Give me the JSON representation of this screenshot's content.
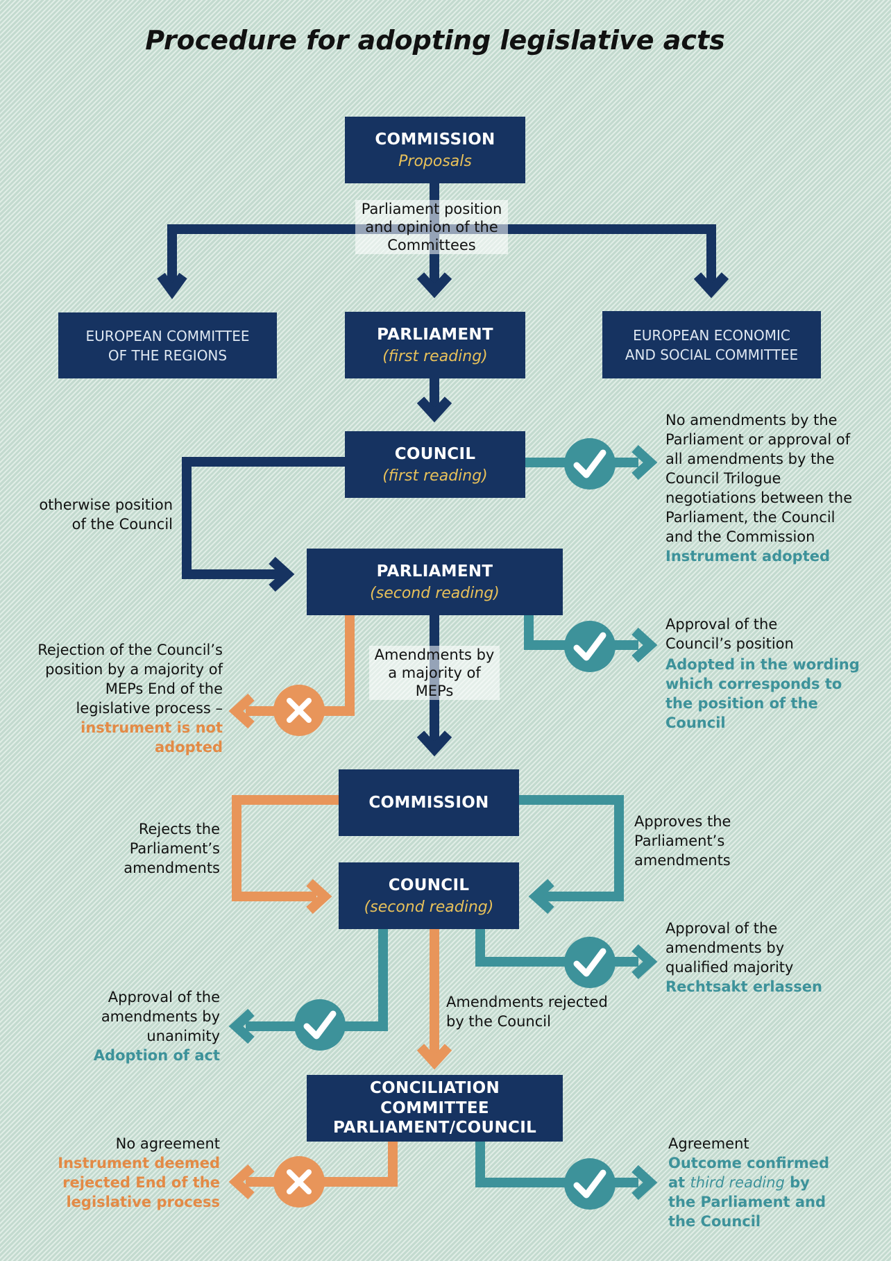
{
  "title": "Procedure for adopting legislative acts",
  "colors": {
    "box": "#163361",
    "teal": "#3d929a",
    "orange": "#e8955a",
    "subtitle": "#e8c15a"
  },
  "icons": {
    "approve": "check-icon",
    "reject": "cross-icon"
  },
  "boxes": {
    "commission_top": {
      "title": "COMMISSION",
      "subtitle": "Proposals"
    },
    "cor": {
      "name": "EUROPEAN COMMITTEE OF THE REGIONS"
    },
    "parliament_first": {
      "title": "PARLIAMENT",
      "subtitle": "(first reading)"
    },
    "eesc": {
      "name": "EUROPEAN ECONOMIC AND SOCIAL COMMITTEE"
    },
    "council_first": {
      "title": "COUNCIL",
      "subtitle": "(first reading)"
    },
    "parliament_second": {
      "title": "PARLIAMENT",
      "subtitle": "(second reading)"
    },
    "commission_mid": {
      "title": "COMMISSION"
    },
    "council_second": {
      "title": "COUNCIL",
      "subtitle": "(second reading)"
    },
    "conciliation": {
      "title": "CONCILIATION COMMITTEE PARLIAMENT/COUNCIL"
    }
  },
  "labels": {
    "parliament_position": "Parliament position and opinion of the Committees",
    "otherwise_position": "otherwise position of the Council",
    "no_amendments": "No amendments by the Parliament or approval of all amendments by the Council Trilogue negotiations between the Parliament, the Council and the Commission",
    "instrument_adopted": "Instrument adopted",
    "approval_council_position": "Approval of the Council’s position",
    "adopted_wording": "Adopted in the wording which corresponds to the position of the Council",
    "rejection_council_position": "Rejection of the Council’s position by a majority of MEPs End of the legislative process –",
    "instrument_not_adopted": "instrument is not adopted",
    "amendments_majority": "Amendments by a majority of MEPs",
    "rejects_amendments": "Rejects the Parliament’s amendments",
    "approves_amendments": "Approves the Parliament’s amendments",
    "approval_qualified": "Approval of the amendments by qualified majority",
    "rechtsakt": "Rechtsakt erlassen",
    "approval_unanimity": "Approval of the amendments by unanimity",
    "adoption_of_act": "Adoption of act",
    "amendments_rejected": "Amendments rejected by the Council",
    "no_agreement": "No agreement",
    "deemed_rejected": "Instrument deemed rejected End of the legislative process",
    "agreement": "Agreement",
    "outcome_1": "Outcome confirmed at",
    "outcome_italic": "third reading",
    "outcome_2": "by the Parliament and the Council"
  }
}
